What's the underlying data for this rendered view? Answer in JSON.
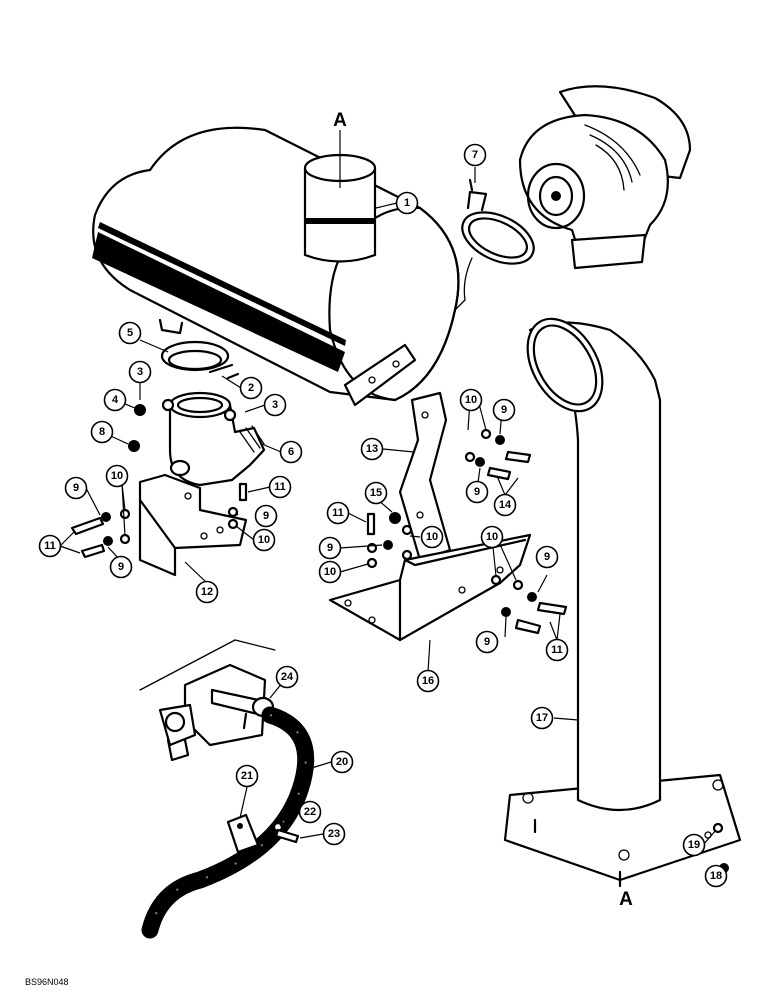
{
  "diagram": {
    "reference_letter_top": "A",
    "reference_letter_bottom": "A",
    "figure_code": "BS96N048",
    "callouts": [
      {
        "id": "c1",
        "label": "1"
      },
      {
        "id": "c2",
        "label": "2"
      },
      {
        "id": "c3a",
        "label": "3"
      },
      {
        "id": "c3b",
        "label": "3"
      },
      {
        "id": "c4",
        "label": "4"
      },
      {
        "id": "c5",
        "label": "5"
      },
      {
        "id": "c6",
        "label": "6"
      },
      {
        "id": "c7",
        "label": "7"
      },
      {
        "id": "c8",
        "label": "8"
      },
      {
        "id": "c9a",
        "label": "9"
      },
      {
        "id": "c9b",
        "label": "9"
      },
      {
        "id": "c9c",
        "label": "9"
      },
      {
        "id": "c9d",
        "label": "9"
      },
      {
        "id": "c9e",
        "label": "9"
      },
      {
        "id": "c9f",
        "label": "9"
      },
      {
        "id": "c9g",
        "label": "9"
      },
      {
        "id": "c9h",
        "label": "9"
      },
      {
        "id": "c10a",
        "label": "10"
      },
      {
        "id": "c10b",
        "label": "10"
      },
      {
        "id": "c10c",
        "label": "10"
      },
      {
        "id": "c10d",
        "label": "10"
      },
      {
        "id": "c10e",
        "label": "10"
      },
      {
        "id": "c10f",
        "label": "10"
      },
      {
        "id": "c11a",
        "label": "11"
      },
      {
        "id": "c11b",
        "label": "11"
      },
      {
        "id": "c11c",
        "label": "11"
      },
      {
        "id": "c11d",
        "label": "11"
      },
      {
        "id": "c12",
        "label": "12"
      },
      {
        "id": "c13",
        "label": "13"
      },
      {
        "id": "c14",
        "label": "14"
      },
      {
        "id": "c15",
        "label": "15"
      },
      {
        "id": "c16",
        "label": "16"
      },
      {
        "id": "c17",
        "label": "17"
      },
      {
        "id": "c18",
        "label": "18"
      },
      {
        "id": "c19",
        "label": "19"
      },
      {
        "id": "c20",
        "label": "20"
      },
      {
        "id": "c21",
        "label": "21"
      },
      {
        "id": "c22",
        "label": "22"
      },
      {
        "id": "c23",
        "label": "23"
      },
      {
        "id": "c24",
        "label": "24"
      }
    ]
  }
}
